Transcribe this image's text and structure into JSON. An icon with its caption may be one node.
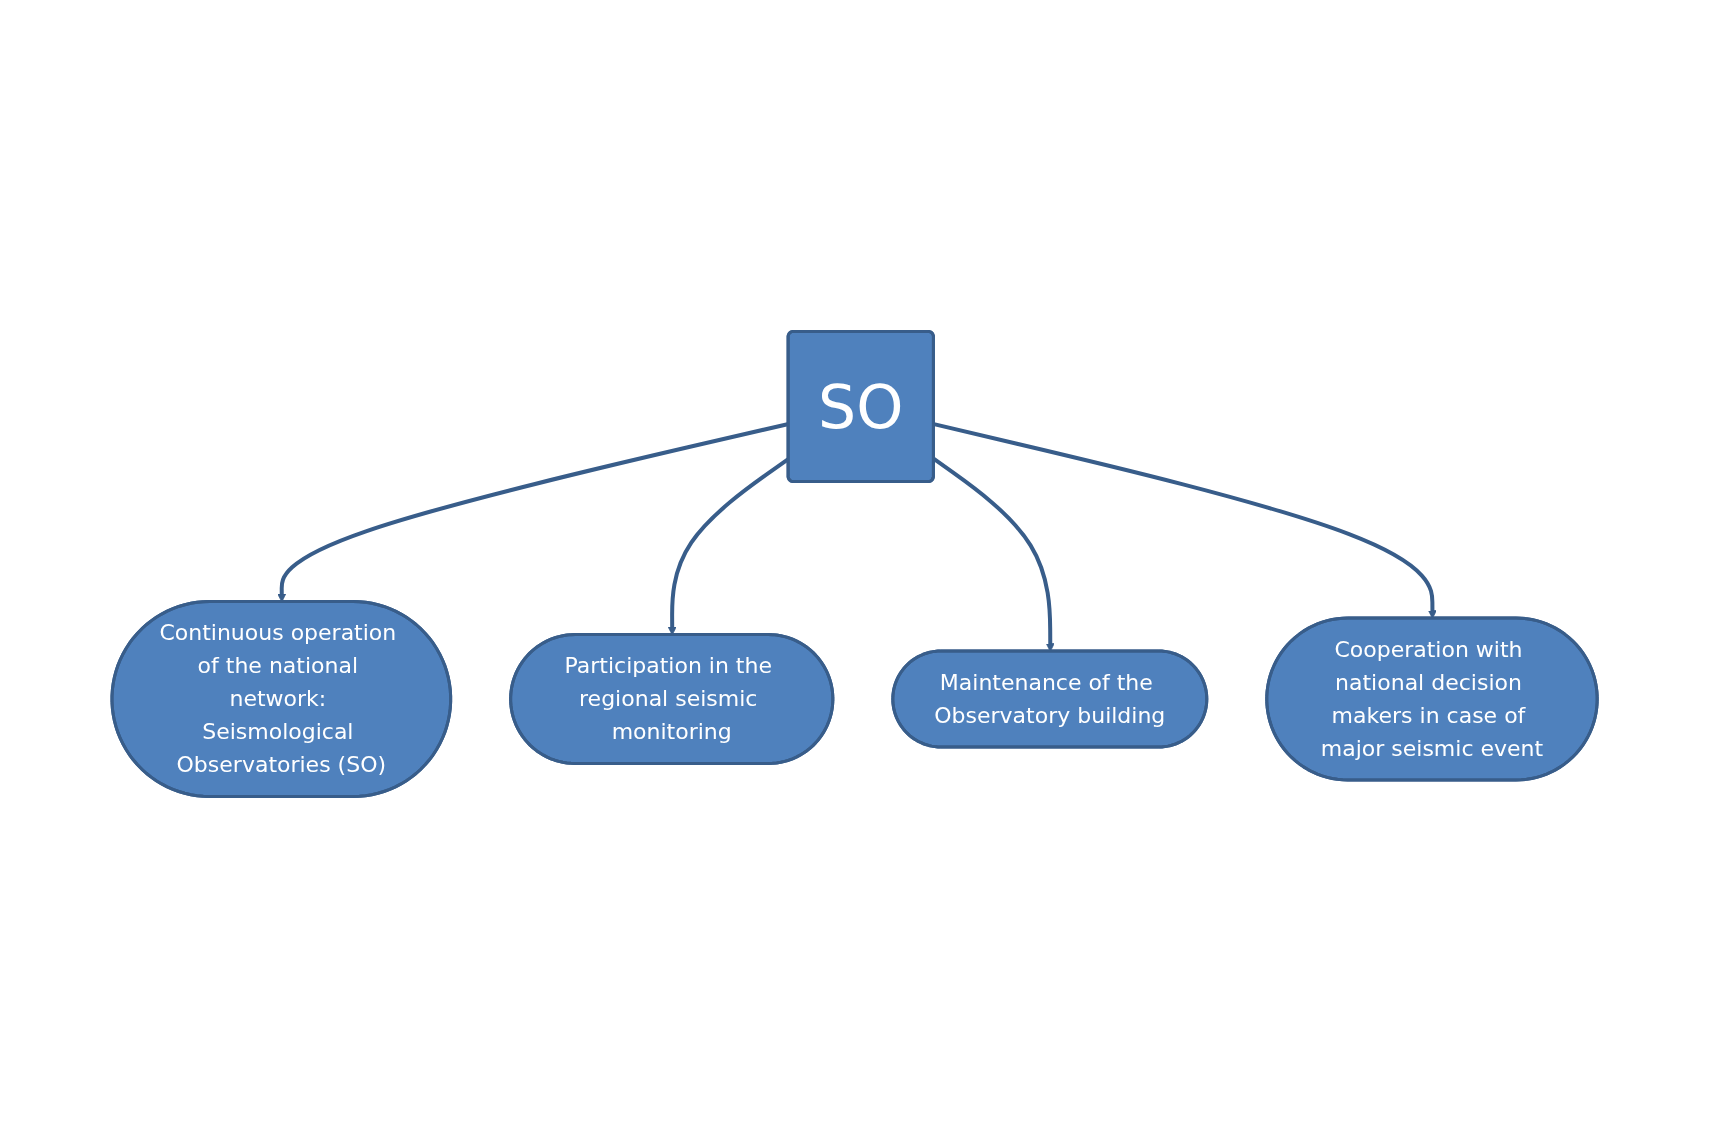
{
  "diagram": {
    "nodes": [
      {
        "text": [
          "Continuous operation of the national network: Seismological Observatories (SO)"
        ]
      },
      {
        "text": [
          "Participation in the regional seismic monitoring"
        ]
      },
      {
        "text": [
          "SO"
        ]
      },
      {
        "text": [
          "Maintenance of the Observatory building"
        ]
      },
      {
        "text": [
          "Cooperation with national decision makers in case of major seismic event"
        ]
      }
    ],
    "edges": [
      {
        "from": 2,
        "to": 0,
        "arrow": "to"
      },
      {
        "from": 2,
        "to": 1,
        "arrow": "to"
      },
      {
        "from": 2,
        "to": 3,
        "arrow": "to"
      },
      {
        "from": 2,
        "to": 4,
        "arrow": "to"
      }
    ]
  }
}
